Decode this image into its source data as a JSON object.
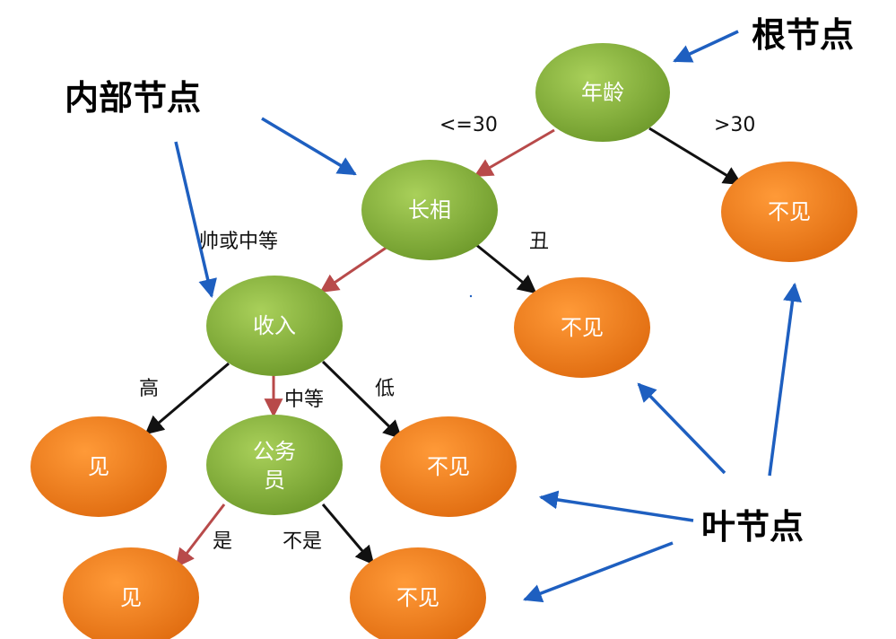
{
  "diagram": {
    "callouts": {
      "root": "根节点",
      "internal": "内部节点",
      "leaf": "叶节点"
    },
    "nodes": {
      "age": "年龄",
      "looks": "长相",
      "income": "收入",
      "civil_servant": [
        "公务",
        "员"
      ],
      "leaf_gt30": "不见",
      "leaf_ugly": "不见",
      "leaf_high": "见",
      "leaf_low": "不见",
      "leaf_yes": "见",
      "leaf_no": "不见"
    },
    "edges": {
      "age_le30": "<=30",
      "age_gt30": ">30",
      "looks_good": "帅或中等",
      "looks_ugly": "丑",
      "income_high": "高",
      "income_mid": "中等",
      "income_low": "低",
      "cs_yes": "是",
      "cs_no": "不是"
    },
    "colors": {
      "internal_node": "#8DB83F",
      "leaf_node": "#F08220",
      "branch_red": "#B84A4A",
      "branch_black": "#111111",
      "callout_arrow": "#1E5FC0"
    }
  }
}
